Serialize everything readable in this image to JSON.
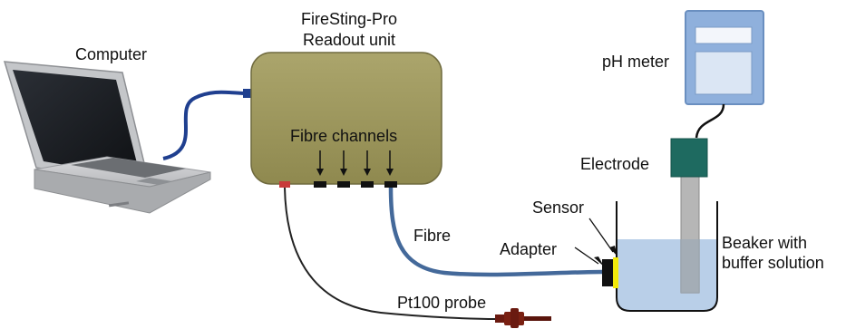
{
  "labels": {
    "computer": "Computer",
    "readout_line1": "FireSting-Pro",
    "readout_line2": "Readout unit",
    "fibre_channels": "Fibre channels",
    "ph_meter": "pH meter",
    "electrode": "Electrode",
    "sensor": "Sensor",
    "adapter": "Adapter",
    "fibre": "Fibre",
    "beaker_line1": "Beaker with",
    "beaker_line2": "buffer solution",
    "pt100": "Pt100 probe"
  },
  "colors": {
    "readout_unit": "#a09a62",
    "readout_edge": "#6f6a3e",
    "fibre_cable": "#44699a",
    "usb_cable": "#1f3f8f",
    "ph_meter_body": "#8fb0dc",
    "ph_meter_screen": "#dbe6f4",
    "electrode_cap": "#1e6a60",
    "electrode_rod": "#b6b6b6",
    "buffer_solution": "#b9cfe8",
    "sensor_spot": "#f2ea0a",
    "pt100_probe": "#6a1a10",
    "temp_port": "#c83a3a"
  },
  "icons": {
    "computer": "laptop-icon",
    "ph_meter": "ph-meter-icon",
    "probe": "temperature-probe-icon"
  }
}
